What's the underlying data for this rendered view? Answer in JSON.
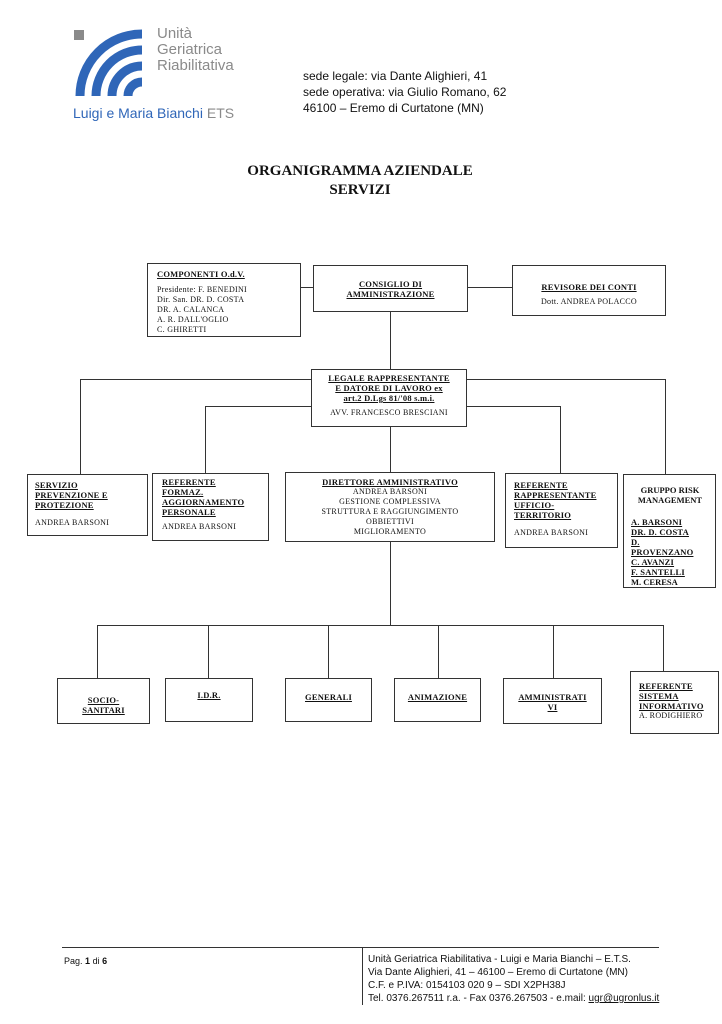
{
  "header": {
    "logo_line1": "Unità",
    "logo_line2": "Geriatrica",
    "logo_line3": "Riabilitativa",
    "logo_name": "Luigi e Maria Bianchi",
    "logo_suffix": "ETS",
    "addr1": "sede legale: via Dante Alighieri, 41",
    "addr2": "sede operativa: via Giulio Romano, 62",
    "addr3": "46100 – Eremo di Curtatone (MN)",
    "brand_blue": "#2f66b8",
    "brand_gray": "#8a8a8a"
  },
  "title": {
    "line1": "ORGANIGRAMMA AZIENDALE",
    "line2": "SERVIZI"
  },
  "org": {
    "odv": {
      "title": "COMPONENTI O.d.V.",
      "members": [
        "Presidente: F. BENEDINI",
        "Dir. San. DR. D. COSTA",
        "DR. A. CALANCA",
        "A. R. DALL'OGLIO",
        "C. GHIRETTI"
      ]
    },
    "cda": {
      "title1": "CONSIGLIO DI",
      "title2": "AMMINISTRAZIONE"
    },
    "revisore": {
      "title": "REVISORE DEI CONTI",
      "name": "Dott. ANDREA POLACCO"
    },
    "legale": {
      "t1": "LEGALE RAPPRESENTANTE",
      "t2": "E DATORE DI LAVORO ex",
      "t3": "art.2 D.Lgs 81/'08 s.m.i.",
      "name": "AVV. FRANCESCO BRESCIANI"
    },
    "spp": {
      "t1": "SERVIZIO",
      "t2": "PREVENZIONE E",
      "t3": "PROTEZIONE",
      "name": "ANDREA BARSONI"
    },
    "formaz": {
      "t1": "REFERENTE",
      "t2": "FORMAZ.",
      "t3": "AGGIORNAMENTO",
      "t4": "PERSONALE",
      "name": "ANDREA BARSONI"
    },
    "direttore": {
      "title": "DIRETTORE AMMINISTRATIVO",
      "lines": [
        "ANDREA BARSONI",
        "GESTIONE COMPLESSIVA",
        "STRUTTURA E RAGGIUNGIMENTO",
        "OBBIETTIVI",
        "MIGLIORAMENTO"
      ]
    },
    "ufficio": {
      "t1": "REFERENTE",
      "t2": "RAPPRESENTANTE",
      "t3": "UFFICIO-",
      "t4": "TERRITORIO",
      "name": "ANDREA BARSONI"
    },
    "risk": {
      "t1": "GRUPPO RISK",
      "t2": "MANAGEMENT",
      "members": [
        "A. BARSONI",
        "DR. D. COSTA",
        "D.",
        "PROVENZANO",
        "C. AVANZI",
        "F. SANTELLI",
        "M. CERESA"
      ]
    },
    "servizi": {
      "socio1": "SOCIO-",
      "socio2": "SANITARI",
      "idr": "I.D.R.",
      "generali": "GENERALI",
      "animazione": "ANIMAZIONE",
      "amm1": "AMMINISTRATI",
      "amm2": "VI",
      "sist1": "REFERENTE",
      "sist2": "SISTEMA",
      "sist3": "INFORMATIVO",
      "sist_name": "A. RODIGHIERO"
    }
  },
  "footer": {
    "page_label": "Pag.",
    "page_num": "1",
    "page_of": "di",
    "page_total": "6",
    "l1": "Unità Geriatrica Riabilitativa - Luigi e Maria Bianchi – E.T.S.",
    "l2": "Via Dante Alighieri, 41 – 46100 – Eremo di Curtatone (MN)",
    "l3": "C.F. e P.IVA:  0154103 020 9 – SDI X2PH38J",
    "l4a": "Tel. 0376.267511 r.a. - Fax 0376.267503  - e.mail: ",
    "l4b": "ugr@ugronlus.it"
  }
}
